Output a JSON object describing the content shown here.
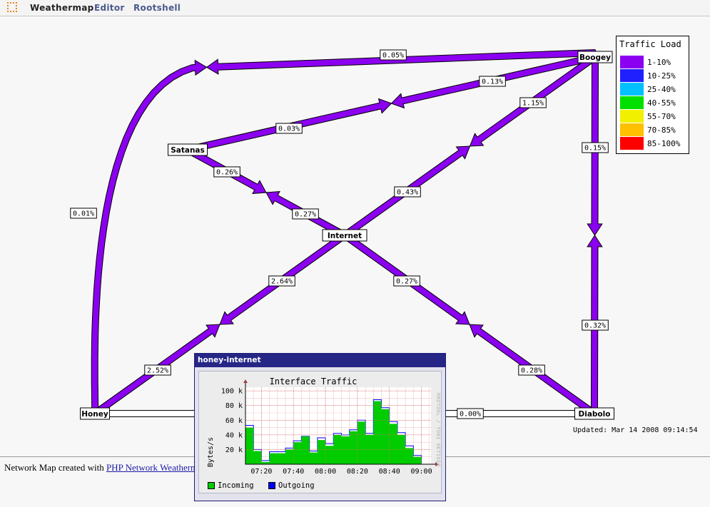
{
  "topbar": {
    "brand": "Weathermap",
    "links": [
      "Editor",
      "Rootshell"
    ]
  },
  "map": {
    "nodes": [
      {
        "id": "Boogey",
        "label": "Boogey"
      },
      {
        "id": "Satanas",
        "label": "Satanas"
      },
      {
        "id": "Internet",
        "label": "Internet"
      },
      {
        "id": "Honey",
        "label": "Honey"
      },
      {
        "id": "Diabolo",
        "label": "Diabolo"
      }
    ],
    "links": [
      {
        "id": "honey-boogey",
        "labels": [
          "0.01%",
          "0.05%"
        ],
        "load_pct": [
          0.01,
          0.05
        ]
      },
      {
        "id": "satanas-boogey",
        "labels": [
          "0.03%",
          "0.13%"
        ],
        "load_pct": [
          0.03,
          0.13
        ]
      },
      {
        "id": "internet-boogey",
        "labels": [
          "0.43%",
          "1.15%"
        ],
        "load_pct": [
          0.43,
          1.15
        ]
      },
      {
        "id": "boogey-diabolo",
        "labels": [
          "0.15%",
          "0.32%"
        ],
        "load_pct": [
          0.15,
          0.32
        ]
      },
      {
        "id": "satanas-internet",
        "labels": [
          "0.26%",
          "0.27%"
        ],
        "load_pct": [
          0.26,
          0.27
        ]
      },
      {
        "id": "honey-internet",
        "labels": [
          "2.52%",
          "2.64%"
        ],
        "load_pct": [
          2.52,
          2.64
        ]
      },
      {
        "id": "internet-diabolo",
        "labels": [
          "0.27%",
          "0.28%"
        ],
        "load_pct": [
          0.27,
          0.28
        ]
      },
      {
        "id": "honey-diabolo",
        "labels": [
          "0.00%"
        ],
        "load_pct": [
          0.0
        ]
      }
    ]
  },
  "legend": {
    "title": "Traffic Load",
    "items": [
      {
        "label": "1-10%",
        "color": "#8b00f0"
      },
      {
        "label": "10-25%",
        "color": "#2020ff"
      },
      {
        "label": "25-40%",
        "color": "#00c0ff"
      },
      {
        "label": "40-55%",
        "color": "#00e000"
      },
      {
        "label": "55-70%",
        "color": "#f0f000"
      },
      {
        "label": "70-85%",
        "color": "#ffc000"
      },
      {
        "label": "85-100%",
        "color": "#ff0000"
      }
    ]
  },
  "updated": "Updated: Mar 14 2008 09:14:54",
  "footer": {
    "prefix": "Network Map created with ",
    "link_text": "PHP Network Weatherm"
  },
  "popup": {
    "title": "honey-internet",
    "graph_title": "Interface Traffic",
    "credit": "RRDTOOL / TOBI OETIKER",
    "ylabel": "Bytes/s",
    "legend": [
      {
        "label": "Incoming",
        "color": "#00cc00"
      },
      {
        "label": "Outgoing",
        "color": "#0000ff"
      }
    ]
  },
  "chart_data": {
    "type": "area",
    "title": "Interface Traffic",
    "ylabel": "Bytes/s",
    "xlabel": "",
    "x_ticks": [
      "07:20",
      "07:40",
      "08:00",
      "08:20",
      "08:40",
      "09:00"
    ],
    "y_ticks": [
      "20 k",
      "40 k",
      "60 k",
      "80 k",
      "100 k"
    ],
    "ylim": [
      0,
      105
    ],
    "y_unit": "k Bytes/s",
    "x_range": [
      "07:10",
      "09:06"
    ],
    "step_minutes": 5,
    "series": [
      {
        "name": "Incoming",
        "color": "#00cc00",
        "values": [
          50,
          18,
          3,
          15,
          15,
          20,
          30,
          38,
          16,
          33,
          25,
          40,
          38,
          45,
          58,
          40,
          86,
          75,
          55,
          40,
          22,
          10
        ]
      },
      {
        "name": "Outgoing",
        "color": "#0000ff",
        "values": [
          53,
          20,
          5,
          17,
          17,
          22,
          32,
          38,
          18,
          36,
          28,
          42,
          40,
          47,
          60,
          42,
          88,
          77,
          58,
          43,
          25,
          12
        ]
      }
    ]
  }
}
